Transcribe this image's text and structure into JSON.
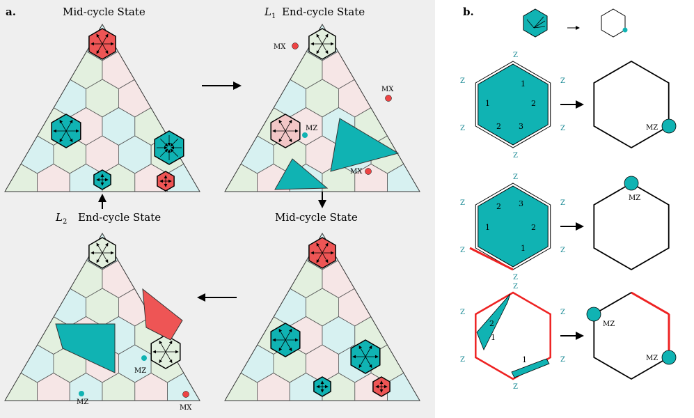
{
  "panel_a": {
    "label": "a.",
    "titles": {
      "top_left": "Mid-cycle State",
      "top_right_sym": "L",
      "top_right_sub": "1",
      "top_right": "End-cycle State",
      "bottom_left_sym": "L",
      "bottom_left_sub": "2",
      "bottom_left": "End-cycle State",
      "bottom_right": "Mid-cycle State"
    },
    "annotations": {
      "mx": "MX",
      "mz": "MZ"
    }
  },
  "panel_b": {
    "label": "b.",
    "z": "Z",
    "mz": "MZ",
    "path_numbers": [
      "1",
      "2",
      "3"
    ]
  },
  "colors": {
    "teal": "#10b3b3",
    "red_fill": "#ee5555",
    "pink": "#f3c7c7",
    "light_pink": "#f6e6e6",
    "light_green": "#e3f0df",
    "light_cyan": "#d7f1f1",
    "red_edge": "#ee2222",
    "z_text": "#1a8a95"
  }
}
